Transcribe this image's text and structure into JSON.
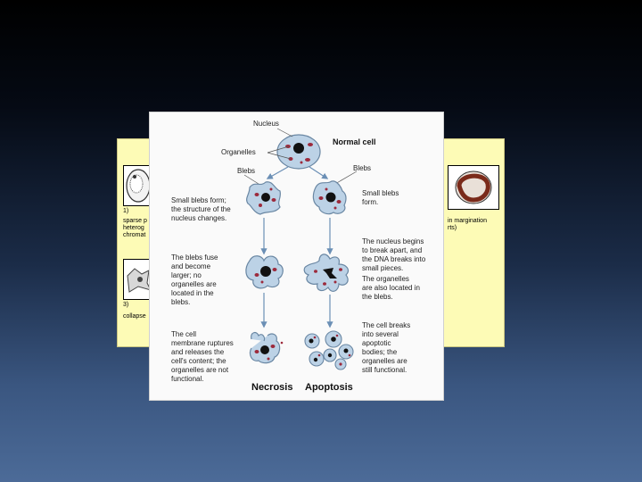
{
  "yellow_figure": {
    "label_1": "1)",
    "label_3": "3)",
    "left_lines": [
      "sparse p",
      "heterog",
      "chromat"
    ],
    "left_bottom": "collapse",
    "right_lines": [
      "in margination",
      "rts)"
    ]
  },
  "figure": {
    "top_labels": {
      "nucleus": "Nucleus",
      "organelles": "Organelles",
      "normal_cell": "Normal cell",
      "blebs_left": "Blebs",
      "blebs_right": "Blebs"
    },
    "necrosis_steps": [
      [
        "Small blebs form;",
        "the structure of the",
        "nucleus changes."
      ],
      [
        "The blebs fuse",
        "and become",
        "larger; no",
        "organelles are",
        "located in the",
        "blebs."
      ],
      [
        "The cell",
        "membrane ruptures",
        "and releases the",
        "cell's content; the",
        "organelles are not",
        "functional."
      ]
    ],
    "apoptosis_steps": [
      [
        "Small blebs",
        "form."
      ],
      [
        "The nucleus begins",
        "to break apart, and",
        "the DNA breaks into",
        "small pieces.",
        "The organelles",
        "are also located in",
        "the blebs."
      ],
      [
        "The cell breaks",
        "into several",
        "apoptotic",
        "bodies; the",
        "organelles are",
        "still functional."
      ]
    ],
    "footer": {
      "necrosis": "Necrosis",
      "apoptosis": "Apoptosis"
    }
  },
  "colors": {
    "cell_fill": "#bcd2e6",
    "cell_stroke": "#6a87a3",
    "organelle": "#9c2a3c",
    "arrow": "#6b8fb5",
    "yellow_bg": "#fdfbb6"
  }
}
